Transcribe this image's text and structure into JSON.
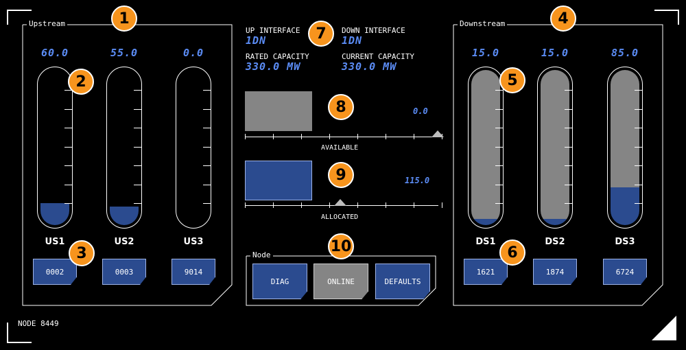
{
  "labels": {
    "upstream": "Upstream",
    "downstream": "Downstream",
    "node_panel": "Node",
    "node_id": "NODE 8449"
  },
  "upstream": [
    {
      "label": "US1",
      "value": "60.0",
      "level": 0.14,
      "id": "0002"
    },
    {
      "label": "US2",
      "value": "55.0",
      "level": 0.12,
      "id": "0003"
    },
    {
      "label": "US3",
      "value": "0.0",
      "level": 0.0,
      "id": "9014"
    }
  ],
  "downstream": [
    {
      "label": "DS1",
      "value": "15.0",
      "level": 0.04,
      "id": "1621"
    },
    {
      "label": "DS2",
      "value": "15.0",
      "level": 0.04,
      "id": "1874"
    },
    {
      "label": "DS3",
      "value": "85.0",
      "level": 0.24,
      "id": "6724"
    }
  ],
  "interface": {
    "up_label": "UP INTERFACE",
    "up_value": "1DN",
    "down_label": "DOWN INTERFACE",
    "down_value": "1DN",
    "rated_label": "RATED CAPACITY",
    "rated_value": "330.0 MW",
    "current_label": "CURRENT CAPACITY",
    "current_value": "330.0 MW"
  },
  "available": {
    "label": "AVAILABLE",
    "value": "0.0",
    "color": "#858585"
  },
  "allocated": {
    "label": "ALLOCATED",
    "value": "115.0",
    "color": "#2b4b8f"
  },
  "node_buttons": {
    "diag": "DIAG",
    "online": "ONLINE",
    "defaults": "DEFAULTS"
  },
  "badges": [
    "1",
    "2",
    "3",
    "4",
    "5",
    "6",
    "7",
    "8",
    "9",
    "10"
  ],
  "colors": {
    "accent": "#5b8cf5",
    "fill_blue": "#2b4b8f",
    "fill_grey": "#858585",
    "badge": "#f7941d"
  }
}
